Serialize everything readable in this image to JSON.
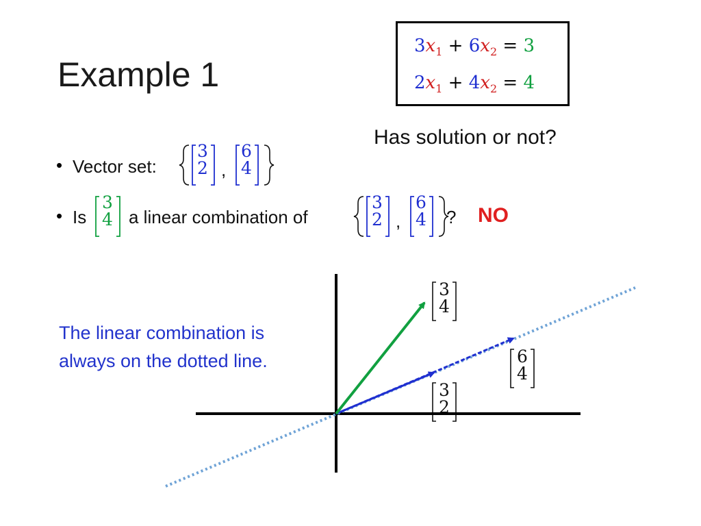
{
  "title": "Example 1",
  "system": {
    "eq1": {
      "c1": "3",
      "x1": "x",
      "s1": "1",
      "plus": "+",
      "c2": "6",
      "x2": "x",
      "s2": "2",
      "eq": "=",
      "rhs": "3"
    },
    "eq2": {
      "c1": "2",
      "x1": "x",
      "s1": "1",
      "plus": "+",
      "c2": "4",
      "x2": "x",
      "s2": "2",
      "eq": "=",
      "rhs": "4"
    }
  },
  "question": "Has solution or not?",
  "bullets": {
    "dot": "•",
    "vector_set_label": "Vector set:",
    "is_label": "Is",
    "linear_combination_text": "a linear combination of",
    "question_mark": "?",
    "comma": ","
  },
  "vectors": {
    "v1": {
      "top": "3",
      "bottom": "2"
    },
    "v2": {
      "top": "6",
      "bottom": "4"
    },
    "target": {
      "top": "3",
      "bottom": "4"
    }
  },
  "answer": "NO",
  "caption_lines": [
    "The linear combination is",
    "always on the dotted line."
  ],
  "colors": {
    "blue": "#1f2fd0",
    "red": "#d12020",
    "green": "#11a040",
    "answer": "#e02020",
    "caption": "#2233cc",
    "dotted_line": "#6fa3d6"
  }
}
